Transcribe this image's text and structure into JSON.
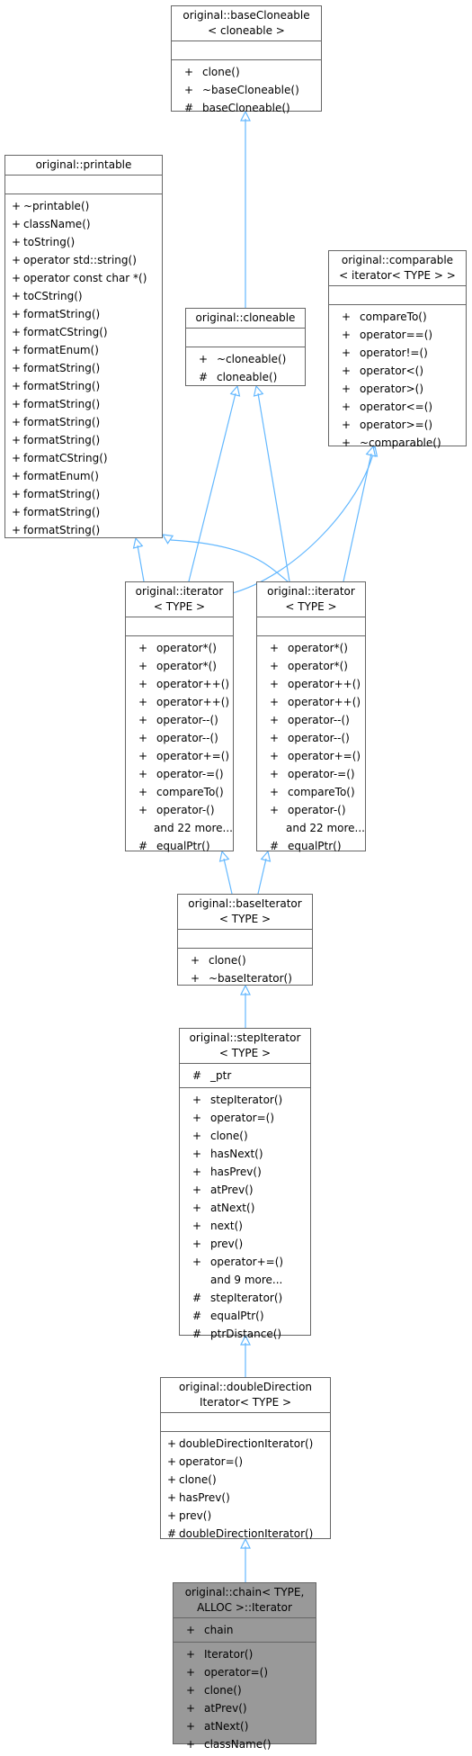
{
  "nodes": {
    "baseCloneable": {
      "title": [
        "original::baseCloneable",
        "< cloneable >"
      ],
      "attrs": [],
      "methods": [
        {
          "v": "+",
          "n": "clone()"
        },
        {
          "v": "+",
          "n": "~baseCloneable()"
        },
        {
          "v": "#",
          "n": "baseCloneable()"
        }
      ]
    },
    "printable": {
      "title": [
        "original::printable"
      ],
      "attrs": [],
      "methods": [
        {
          "v": "+",
          "n": "~printable()"
        },
        {
          "v": "+",
          "n": "className()"
        },
        {
          "v": "+",
          "n": "toString()"
        },
        {
          "v": "+",
          "n": "operator std::string()"
        },
        {
          "v": "+",
          "n": "operator const char *()"
        },
        {
          "v": "+",
          "n": "toCString()"
        },
        {
          "v": "+",
          "n": "formatString()"
        },
        {
          "v": "+",
          "n": "formatCString()"
        },
        {
          "v": "+",
          "n": "formatEnum()"
        },
        {
          "v": "+",
          "n": "formatString()"
        },
        {
          "v": "+",
          "n": "formatString()"
        },
        {
          "v": "+",
          "n": "formatString()"
        },
        {
          "v": "+",
          "n": "formatString()"
        },
        {
          "v": "+",
          "n": "formatString()"
        },
        {
          "v": "+",
          "n": "formatCString()"
        },
        {
          "v": "+",
          "n": "formatEnum()"
        },
        {
          "v": "+",
          "n": "formatString()"
        },
        {
          "v": "+",
          "n": "formatString()"
        },
        {
          "v": "+",
          "n": "formatString()"
        }
      ]
    },
    "cloneable": {
      "title": [
        "original::cloneable"
      ],
      "attrs": [],
      "methods": [
        {
          "v": "+",
          "n": "~cloneable()"
        },
        {
          "v": "#",
          "n": "cloneable()"
        }
      ]
    },
    "comparable": {
      "title": [
        "original::comparable",
        "< iterator< TYPE > >"
      ],
      "attrs": [],
      "methods": [
        {
          "v": "+",
          "n": "compareTo()"
        },
        {
          "v": "+",
          "n": "operator==()"
        },
        {
          "v": "+",
          "n": "operator!=()"
        },
        {
          "v": "+",
          "n": "operator<()"
        },
        {
          "v": "+",
          "n": "operator>()"
        },
        {
          "v": "+",
          "n": "operator<=()"
        },
        {
          "v": "+",
          "n": "operator>=()"
        },
        {
          "v": "+",
          "n": "~comparable()"
        }
      ]
    },
    "iterator1": {
      "title": [
        "original::iterator",
        "< TYPE >"
      ],
      "attrs": [],
      "methods": [
        {
          "v": "+",
          "n": "operator*()"
        },
        {
          "v": "+",
          "n": "operator*()"
        },
        {
          "v": "+",
          "n": "operator++()"
        },
        {
          "v": "+",
          "n": "operator++()"
        },
        {
          "v": "+",
          "n": "operator--()"
        },
        {
          "v": "+",
          "n": "operator--()"
        },
        {
          "v": "+",
          "n": "operator+=()"
        },
        {
          "v": "+",
          "n": "operator-=()"
        },
        {
          "v": "+",
          "n": "compareTo()"
        },
        {
          "v": "+",
          "n": "operator-()"
        },
        {
          "v": "",
          "n": "and 22 more..."
        },
        {
          "v": "#",
          "n": "equalPtr()"
        }
      ]
    },
    "iterator2": {
      "title": [
        "original::iterator",
        "< TYPE >"
      ],
      "attrs": [],
      "methods": [
        {
          "v": "+",
          "n": "operator*()"
        },
        {
          "v": "+",
          "n": "operator*()"
        },
        {
          "v": "+",
          "n": "operator++()"
        },
        {
          "v": "+",
          "n": "operator++()"
        },
        {
          "v": "+",
          "n": "operator--()"
        },
        {
          "v": "+",
          "n": "operator--()"
        },
        {
          "v": "+",
          "n": "operator+=()"
        },
        {
          "v": "+",
          "n": "operator-=()"
        },
        {
          "v": "+",
          "n": "compareTo()"
        },
        {
          "v": "+",
          "n": "operator-()"
        },
        {
          "v": "",
          "n": "and 22 more..."
        },
        {
          "v": "#",
          "n": "equalPtr()"
        }
      ]
    },
    "baseIterator": {
      "title": [
        "original::baseIterator",
        "< TYPE >"
      ],
      "attrs": [],
      "methods": [
        {
          "v": "+",
          "n": "clone()"
        },
        {
          "v": "+",
          "n": "~baseIterator()"
        }
      ]
    },
    "stepIterator": {
      "title": [
        "original::stepIterator",
        "< TYPE >"
      ],
      "attrs": [
        {
          "v": "#",
          "n": "_ptr"
        }
      ],
      "methods": [
        {
          "v": "+",
          "n": "stepIterator()"
        },
        {
          "v": "+",
          "n": "operator=()"
        },
        {
          "v": "+",
          "n": "clone()"
        },
        {
          "v": "+",
          "n": "hasNext()"
        },
        {
          "v": "+",
          "n": "hasPrev()"
        },
        {
          "v": "+",
          "n": "atPrev()"
        },
        {
          "v": "+",
          "n": "atNext()"
        },
        {
          "v": "+",
          "n": "next()"
        },
        {
          "v": "+",
          "n": "prev()"
        },
        {
          "v": "+",
          "n": "operator+=()"
        },
        {
          "v": "",
          "n": "and 9 more..."
        },
        {
          "v": "#",
          "n": "stepIterator()"
        },
        {
          "v": "#",
          "n": "equalPtr()"
        },
        {
          "v": "#",
          "n": "ptrDistance()"
        }
      ]
    },
    "doubleDirection": {
      "title": [
        "original::doubleDirection",
        "Iterator< TYPE >"
      ],
      "attrs": [],
      "methods": [
        {
          "v": "+",
          "n": "doubleDirectionIterator()"
        },
        {
          "v": "+",
          "n": "operator=()"
        },
        {
          "v": "+",
          "n": "clone()"
        },
        {
          "v": "+",
          "n": "hasPrev()"
        },
        {
          "v": "+",
          "n": "prev()"
        },
        {
          "v": "#",
          "n": "doubleDirectionIterator()"
        }
      ]
    },
    "chainIterator": {
      "title": [
        "original::chain< TYPE,",
        "ALLOC >::Iterator"
      ],
      "attrs": [
        {
          "v": "+",
          "n": "chain"
        }
      ],
      "methods": [
        {
          "v": "+",
          "n": "Iterator()"
        },
        {
          "v": "+",
          "n": "operator=()"
        },
        {
          "v": "+",
          "n": "clone()"
        },
        {
          "v": "+",
          "n": "atPrev()"
        },
        {
          "v": "+",
          "n": "atNext()"
        },
        {
          "v": "+",
          "n": "className()"
        }
      ]
    }
  },
  "colors": {
    "edge": "#63b8ff",
    "node_border": "#666666",
    "highlight_fill": "#999999"
  }
}
